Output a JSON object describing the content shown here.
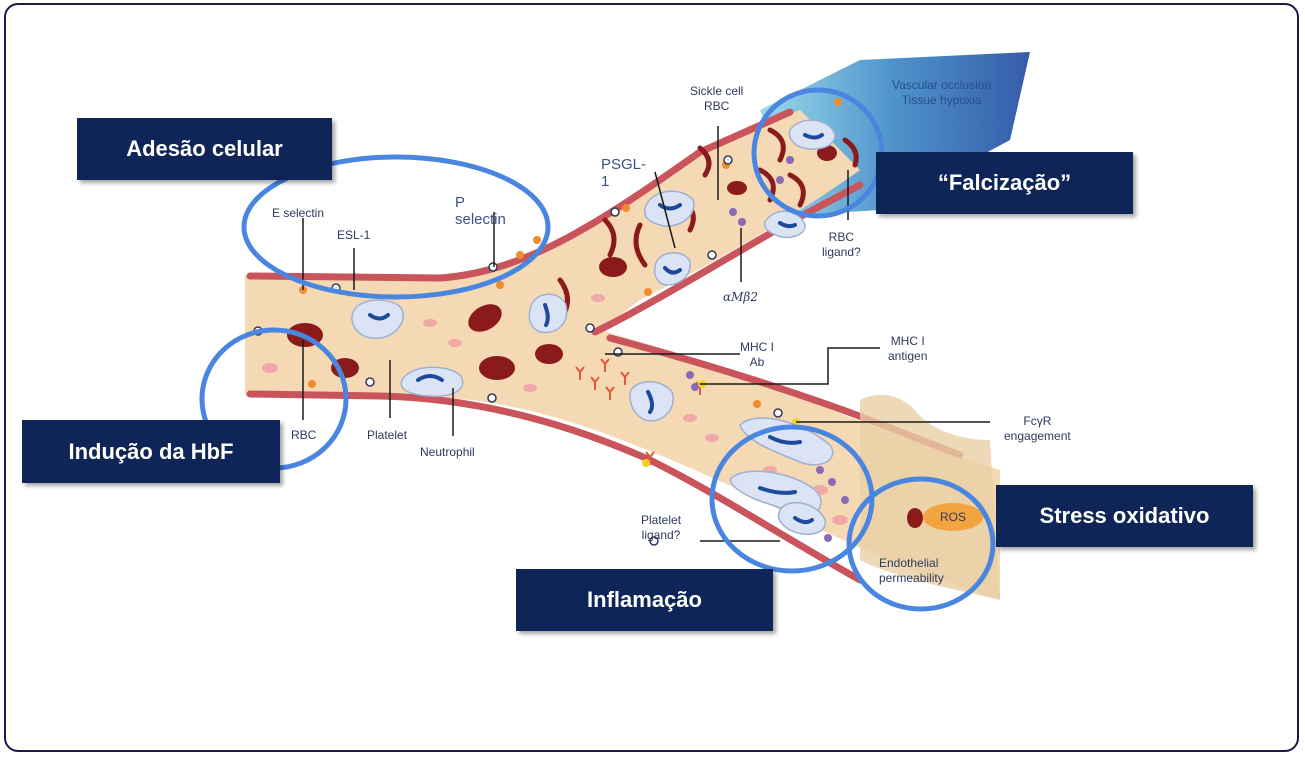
{
  "categories": {
    "adhesion": "Adesão celular",
    "sickling": "“Falcização”",
    "hbf": "Indução da HbF",
    "inflammation": "Inflamação",
    "oxidative": "Stress oxidativo"
  },
  "labels": {
    "e_selectin": "E selectin",
    "esl1": "ESL-1",
    "p_selectin": "P\nselectin",
    "psgl1": "PSGL-\n1",
    "sickle_cell": "Sickle cell\nRBC",
    "vascular": "Vascular occlusion\nTissue hypoxia",
    "rbc_ligand": "RBC\nligand?",
    "amb2": "αMβ2",
    "mhc_ab": "MHC I\nAb",
    "mhc_antigen": "MHC I\nantigen",
    "fcgr": "FcγR\nengagement",
    "rbc": "RBC",
    "platelet": "Platelet",
    "neutrophil": "Neutrophil",
    "platelet_ligand": "Platelet\nligand?",
    "ros": "ROS",
    "endothelial": "Endothelial\npermeability"
  },
  "colors": {
    "title_box": "#0f2557",
    "highlight_circle": "#4a86e0",
    "vessel_wall": "#c9545c",
    "vessel_lumen": "#f5d9b5",
    "rbc": "#8b1a1a",
    "neutrophil": "#dbe4f4",
    "occlusion": "#2a5ba8"
  }
}
